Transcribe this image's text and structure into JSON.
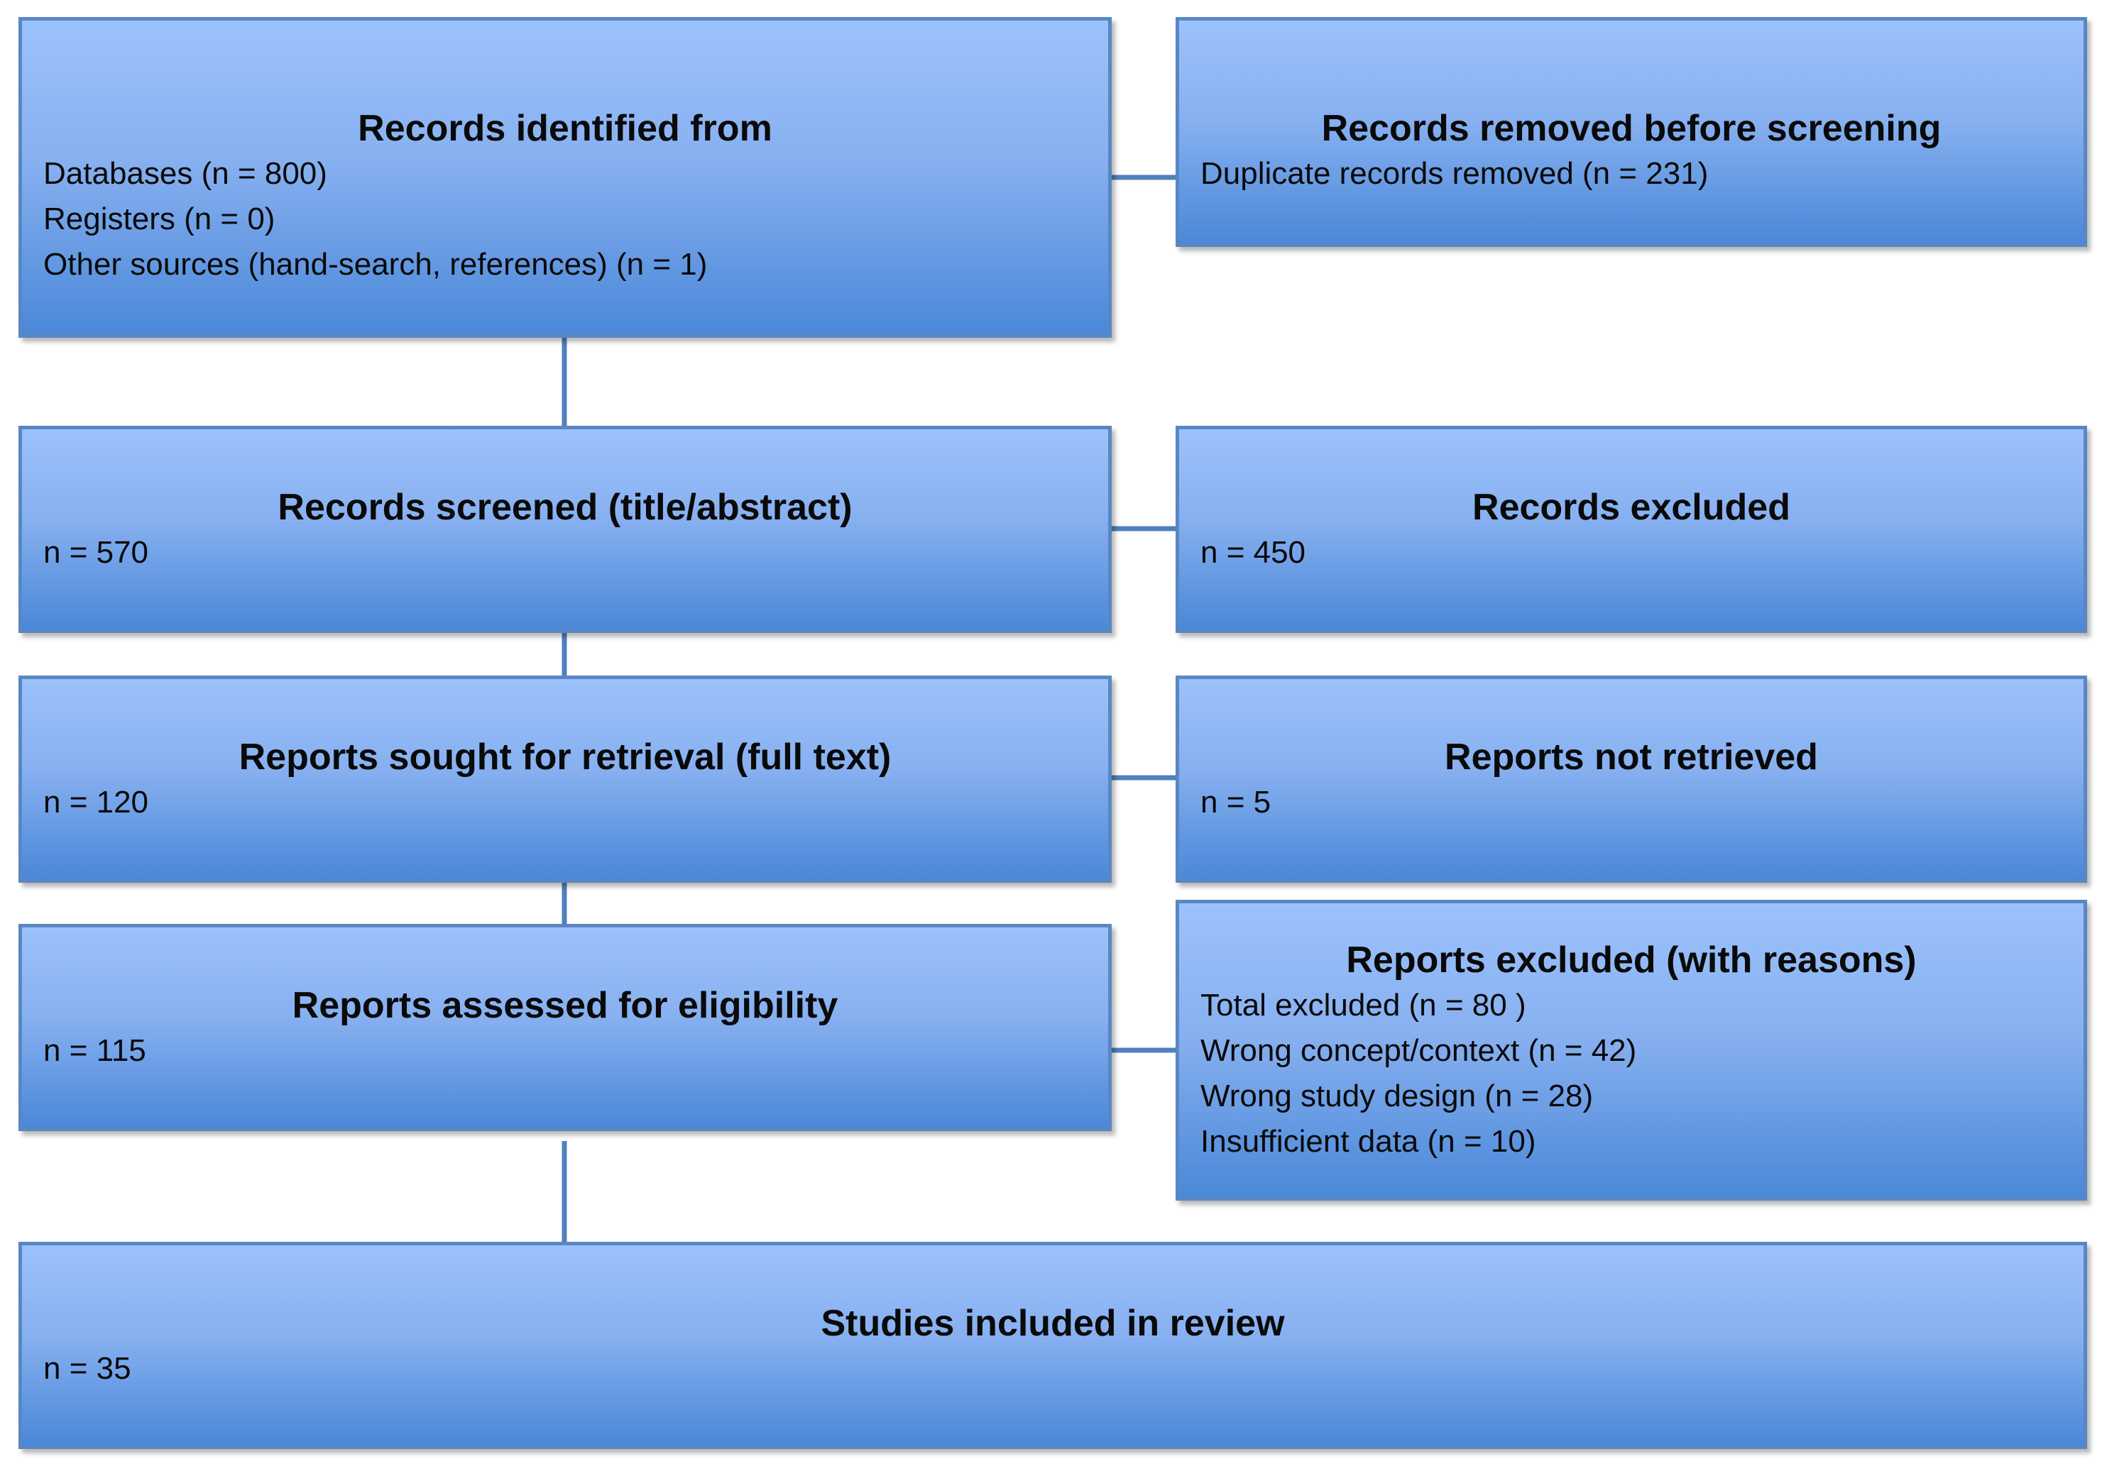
{
  "flow": {
    "identified": {
      "title": "Records identified from",
      "lines": [
        "Databases (n = 800)",
        "Registers (n = 0)",
        "Other sources (hand-search, references) (n = 1)"
      ]
    },
    "removed": {
      "title": "Records removed before screening",
      "lines": [
        "Duplicate records removed (n = 231)"
      ]
    },
    "screened": {
      "title": "Records screened (title/abstract)",
      "lines": [
        "n = 570"
      ]
    },
    "excluded": {
      "title": "Records excluded",
      "lines": [
        "n = 450"
      ]
    },
    "sought": {
      "title": "Reports sought for retrieval (full text)",
      "lines": [
        "n = 120"
      ]
    },
    "not_retrieved": {
      "title": "Reports not retrieved",
      "lines": [
        "n = 5"
      ]
    },
    "assessed": {
      "title": "Reports assessed for eligibility",
      "lines": [
        "n = 115"
      ]
    },
    "reports_excluded": {
      "title": "Reports excluded (with reasons)",
      "lines": [
        "Total excluded (n = 80 )",
        "Wrong concept/context (n = 42)",
        "Wrong study design (n = 28)",
        "Insufficient data (n = 10)"
      ]
    },
    "included": {
      "title": "Studies included in review",
      "lines": [
        "n = 35"
      ]
    }
  },
  "colors": {
    "box_top": "#9cc2fc",
    "box_bottom": "#4a88d8",
    "border": "#5a87c2",
    "connector": "#4f81bd"
  }
}
